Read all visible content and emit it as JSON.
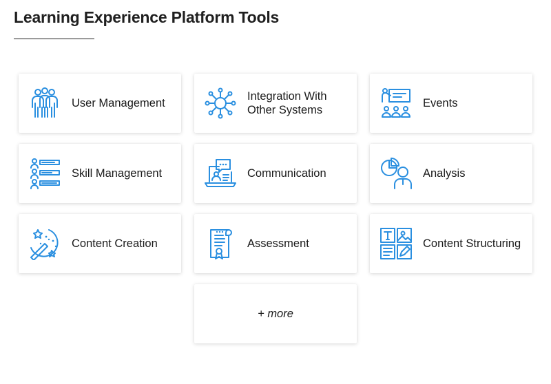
{
  "header": {
    "title": "Learning Experience Platform Tools"
  },
  "colors": {
    "accent": "#2a8fe0",
    "text": "#1a1a1a"
  },
  "cards": [
    {
      "label": "User Management",
      "icon": "users-group-icon"
    },
    {
      "label": "Integration With\nOther Systems",
      "icon": "network-hub-icon"
    },
    {
      "label": "Events",
      "icon": "presentation-audience-icon"
    },
    {
      "label": "Skill Management",
      "icon": "skill-bars-icon"
    },
    {
      "label": "Communication",
      "icon": "laptop-chat-icon"
    },
    {
      "label": "Analysis",
      "icon": "analyst-pie-chart-icon"
    },
    {
      "label": "Content Creation",
      "icon": "magic-wand-icon"
    },
    {
      "label": "Assessment",
      "icon": "certificate-scroll-icon"
    },
    {
      "label": "Content Structuring",
      "icon": "layout-blocks-icon"
    }
  ],
  "more": {
    "label": "+ more"
  }
}
